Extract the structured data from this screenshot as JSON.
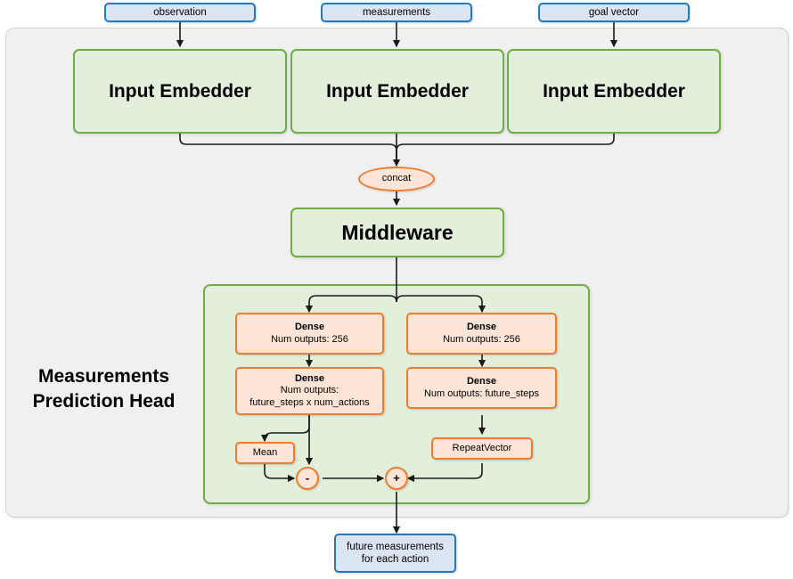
{
  "diagram": {
    "title": "Measurements Prediction Head",
    "inputs": [
      {
        "label": "observation"
      },
      {
        "label": "measurements"
      },
      {
        "label": "goal vector"
      }
    ],
    "embedders": [
      {
        "label": "Input Embedder"
      },
      {
        "label": "Input Embedder"
      },
      {
        "label": "Input Embedder"
      }
    ],
    "concat": {
      "label": "concat"
    },
    "middleware": {
      "label": "Middleware"
    },
    "head": {
      "title": "Measurements Prediction Head",
      "left_branch": {
        "dense1": {
          "title": "Dense",
          "subtitle": "Num outputs: 256"
        },
        "dense2": {
          "title": "Dense",
          "subtitle_line1": "Num outputs:",
          "subtitle_line2": "future_steps x num_actions"
        },
        "mean": {
          "label": "Mean"
        },
        "operator": {
          "label": "-"
        }
      },
      "right_branch": {
        "dense1": {
          "title": "Dense",
          "subtitle": "Num outputs: 256"
        },
        "dense2": {
          "title": "Dense",
          "subtitle": "Num outputs: future_steps"
        },
        "repeat_vector": {
          "label": "RepeatVector"
        }
      },
      "merge_operator": {
        "label": "+"
      }
    },
    "output": {
      "line1": "future measurements",
      "line2": "for each action"
    },
    "colors": {
      "canvas": "#ffffff",
      "outer_container_fill": "#f0f0f0",
      "outer_container_border": "#d3d3d3",
      "io_fill": "#dbe5f1",
      "io_border": "#1f7ac0",
      "green_fill": "#e2efda",
      "green_border": "#70ad47",
      "orange_fill": "#fce4d6",
      "orange_border": "#ed7d31",
      "edge": "#1a1a1a",
      "text": "#000000"
    }
  }
}
